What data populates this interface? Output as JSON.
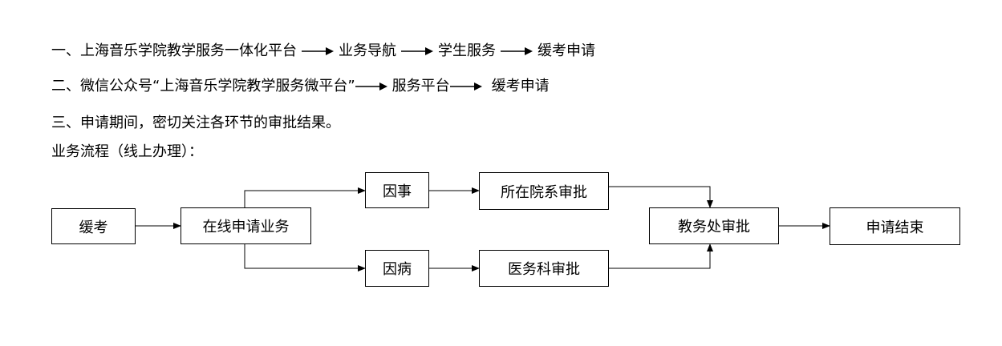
{
  "instructions": {
    "line1": {
      "prefix": "一、上海音乐学院教学服务一体化平台",
      "step2": "业务导航",
      "step3": "学生服务",
      "step4": "缓考申请"
    },
    "line2": {
      "prefix": "二、微信公众号“上海音乐学院教学服务微平台”",
      "step2": "服务平台",
      "step3": "缓考申请"
    },
    "line3": "三、申请期间，密切关注各环节的审批结果。",
    "flow_title": "业务流程（线上办理）："
  },
  "flow": {
    "start": "缓考",
    "apply_online": "在线申请业务",
    "reason_affairs": "因事",
    "reason_illness": "因病",
    "dept_approval": "所在院系审批",
    "medical_approval": "医务科审批",
    "academic_affairs_approval": "教务处审批",
    "end": "申请结束"
  }
}
